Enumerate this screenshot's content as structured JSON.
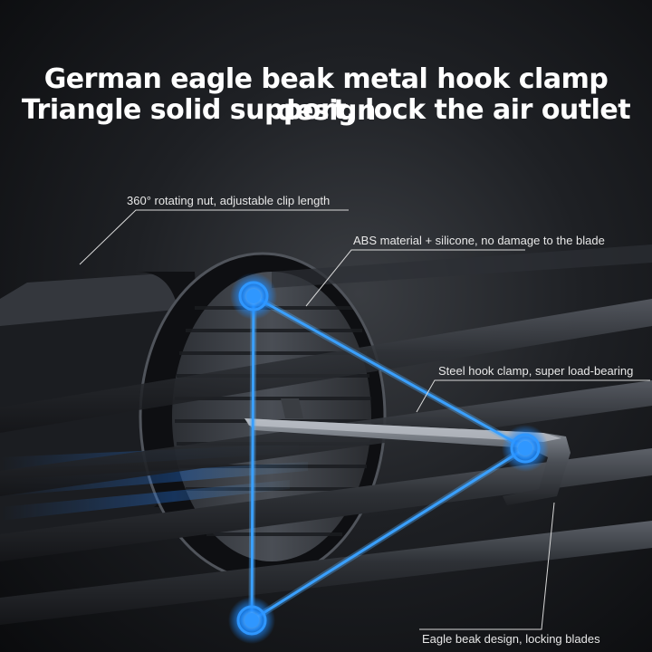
{
  "headline": {
    "line1": "German eagle beak metal hook clamp design",
    "line2": "Triangle solid support, lock the air outlet"
  },
  "callouts": {
    "rotating_nut": "360° rotating nut, adjustable clip length",
    "abs_material": "ABS material + silicone, no damage to the blade",
    "steel_hook": "Steel hook clamp, super load-bearing",
    "eagle_beak": "Eagle beak design, locking blades"
  },
  "colors": {
    "background": "#1e2024",
    "accent_blue": "#1e8bff",
    "text": "#ffffff"
  }
}
